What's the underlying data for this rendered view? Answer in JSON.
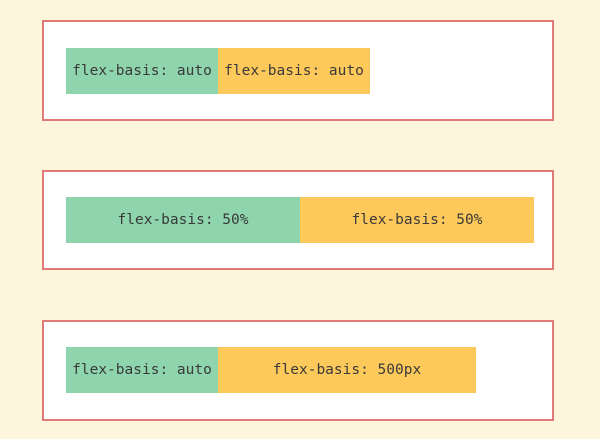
{
  "colors": {
    "background": "#fdf6dc",
    "box_border": "#e07a78",
    "item_green": "#8ed4ad",
    "item_yellow": "#fcc95a"
  },
  "examples": [
    {
      "items": [
        {
          "label": "flex-basis: auto"
        },
        {
          "label": "flex-basis: auto"
        }
      ]
    },
    {
      "items": [
        {
          "label": "flex-basis: 50%"
        },
        {
          "label": "flex-basis: 50%"
        }
      ]
    },
    {
      "items": [
        {
          "label": "flex-basis: auto"
        },
        {
          "label": "flex-basis: 500px"
        }
      ]
    }
  ]
}
